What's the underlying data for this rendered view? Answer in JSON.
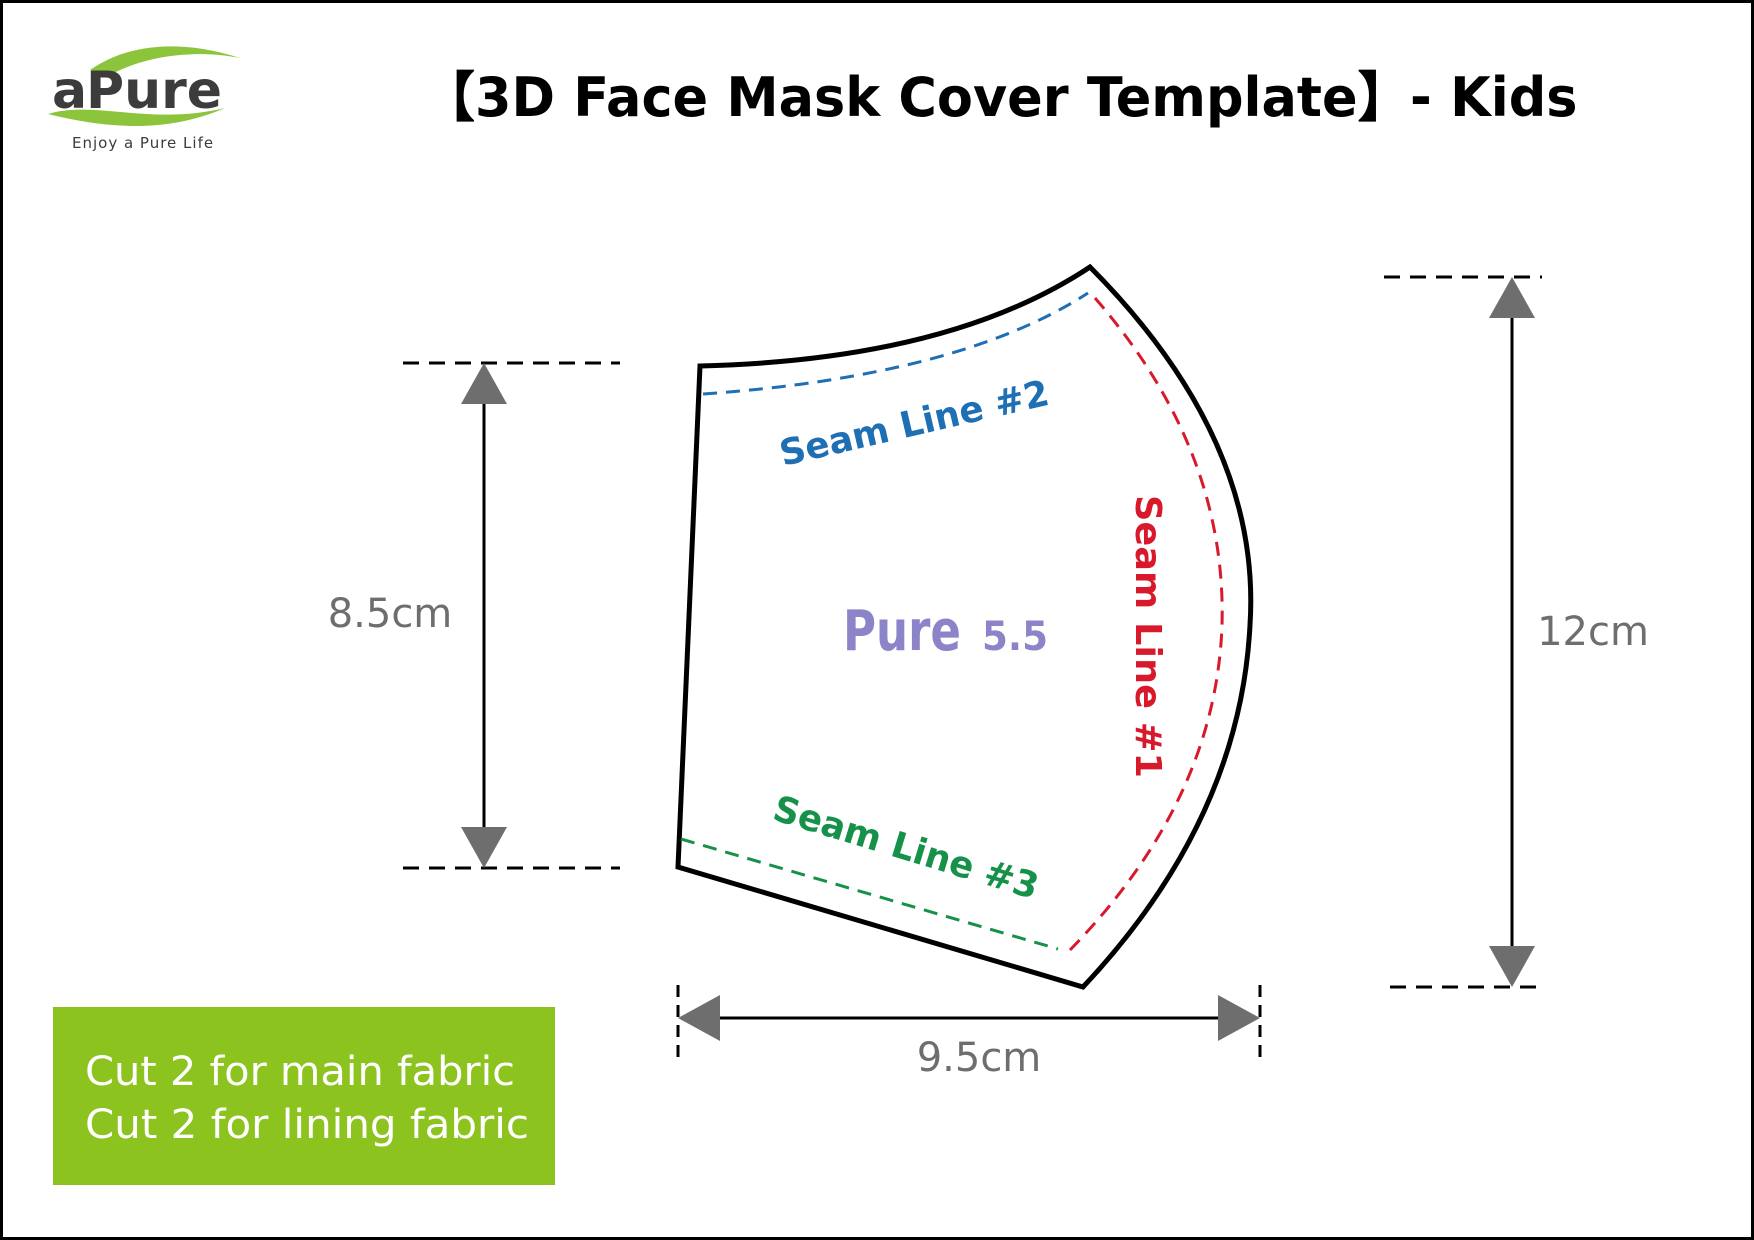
{
  "brand": {
    "name_a": "a",
    "name_rest": "Pure",
    "tagline": "Enjoy a Pure Life",
    "swoosh_color": "#8CC43C",
    "text_color": "#3C3C3C"
  },
  "title": "【3D Face Mask Cover Template】- Kids",
  "seam_lines": [
    {
      "label": "Seam Line #1",
      "color": "#D7192B"
    },
    {
      "label": "Seam Line #2",
      "color": "#1F6FB5"
    },
    {
      "label": "Seam Line #3",
      "color": "#16914A"
    }
  ],
  "center_logo": {
    "word": "Pure",
    "number": "5.5",
    "color": "#8C84C8"
  },
  "dimensions": {
    "left_height": "8.5cm",
    "right_height": "12cm",
    "width": "9.5cm",
    "color": "#6E6E6E"
  },
  "instructions": {
    "line1": "Cut 2 for main fabric",
    "line2": "Cut 2 for lining fabric",
    "background": "#8CC31F",
    "text_color": "#FFFFFF"
  },
  "outline_color": "#000000"
}
